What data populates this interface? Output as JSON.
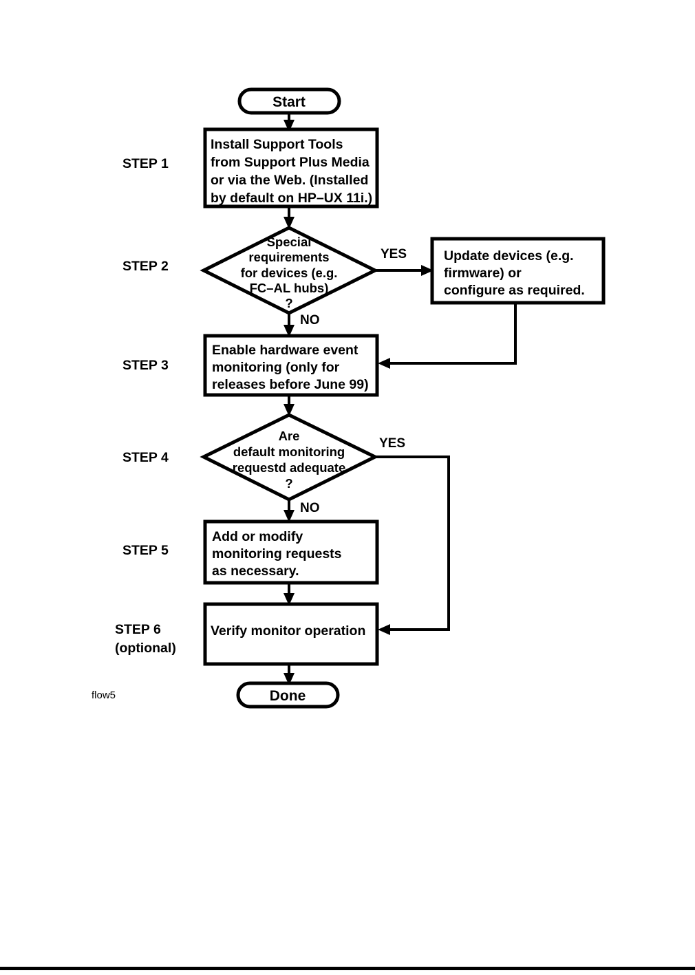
{
  "page": {
    "caption": "flow5",
    "background_color": "#ffffff",
    "ink_color": "#000000"
  },
  "flowchart": {
    "title": "Support Tools setup flow",
    "terminals": {
      "start": "Start",
      "done": "Done"
    },
    "step_labels": [
      {
        "id": "step1",
        "text": "STEP 1"
      },
      {
        "id": "step2",
        "text": "STEP 2"
      },
      {
        "id": "step3",
        "text": "STEP 3"
      },
      {
        "id": "step4",
        "text": "STEP 4"
      },
      {
        "id": "step5",
        "text": "STEP 5"
      },
      {
        "id": "step6_line1",
        "text": "STEP 6"
      },
      {
        "id": "step6_line2",
        "text": "(optional)"
      }
    ],
    "nodes": [
      {
        "id": "install",
        "type": "process",
        "step": "STEP 1",
        "lines": [
          "Install Support Tools",
          "from Support Plus Media",
          "or via the Web. (Installed",
          "by default on HP–UX 11i.)"
        ]
      },
      {
        "id": "special_requirements",
        "type": "decision",
        "step": "STEP 2",
        "lines": [
          "Special",
          "requirements",
          "for devices (e.g.",
          "FC–AL hubs)",
          "?"
        ]
      },
      {
        "id": "update_devices",
        "type": "process",
        "step": "",
        "lines": [
          "Update devices (e.g.",
          "firmware) or",
          "configure as required."
        ]
      },
      {
        "id": "enable_monitoring",
        "type": "process",
        "step": "STEP 3",
        "lines": [
          "Enable hardware event",
          "monitoring (only for",
          "releases before June 99)"
        ]
      },
      {
        "id": "defaults_adequate",
        "type": "decision",
        "step": "STEP 4",
        "lines": [
          "Are",
          "default  monitoring",
          "requestd adequate",
          "?"
        ]
      },
      {
        "id": "add_modify_requests",
        "type": "process",
        "step": "STEP 5",
        "lines": [
          "Add or modify",
          "monitoring requests",
          "as necessary."
        ]
      },
      {
        "id": "verify_monitor",
        "type": "process",
        "step": "STEP 6 (optional)",
        "lines": [
          "Verify monitor operation"
        ]
      }
    ],
    "branch_labels": [
      {
        "id": "step2-yes",
        "text": "YES"
      },
      {
        "id": "step2-no",
        "text": "NO"
      },
      {
        "id": "step4-yes",
        "text": "YES"
      },
      {
        "id": "step4-no",
        "text": "NO"
      }
    ],
    "edges": [
      {
        "from": "start",
        "to": "install",
        "label": ""
      },
      {
        "from": "install",
        "to": "special_requirements",
        "label": ""
      },
      {
        "from": "special_requirements",
        "to": "update_devices",
        "label": "YES"
      },
      {
        "from": "special_requirements",
        "to": "enable_monitoring",
        "label": "NO"
      },
      {
        "from": "update_devices",
        "to": "enable_monitoring",
        "label": ""
      },
      {
        "from": "enable_monitoring",
        "to": "defaults_adequate",
        "label": ""
      },
      {
        "from": "defaults_adequate",
        "to": "verify_monitor",
        "label": "YES"
      },
      {
        "from": "defaults_adequate",
        "to": "add_modify_requests",
        "label": "NO"
      },
      {
        "from": "add_modify_requests",
        "to": "verify_monitor",
        "label": ""
      },
      {
        "from": "verify_monitor",
        "to": "done",
        "label": ""
      }
    ]
  }
}
